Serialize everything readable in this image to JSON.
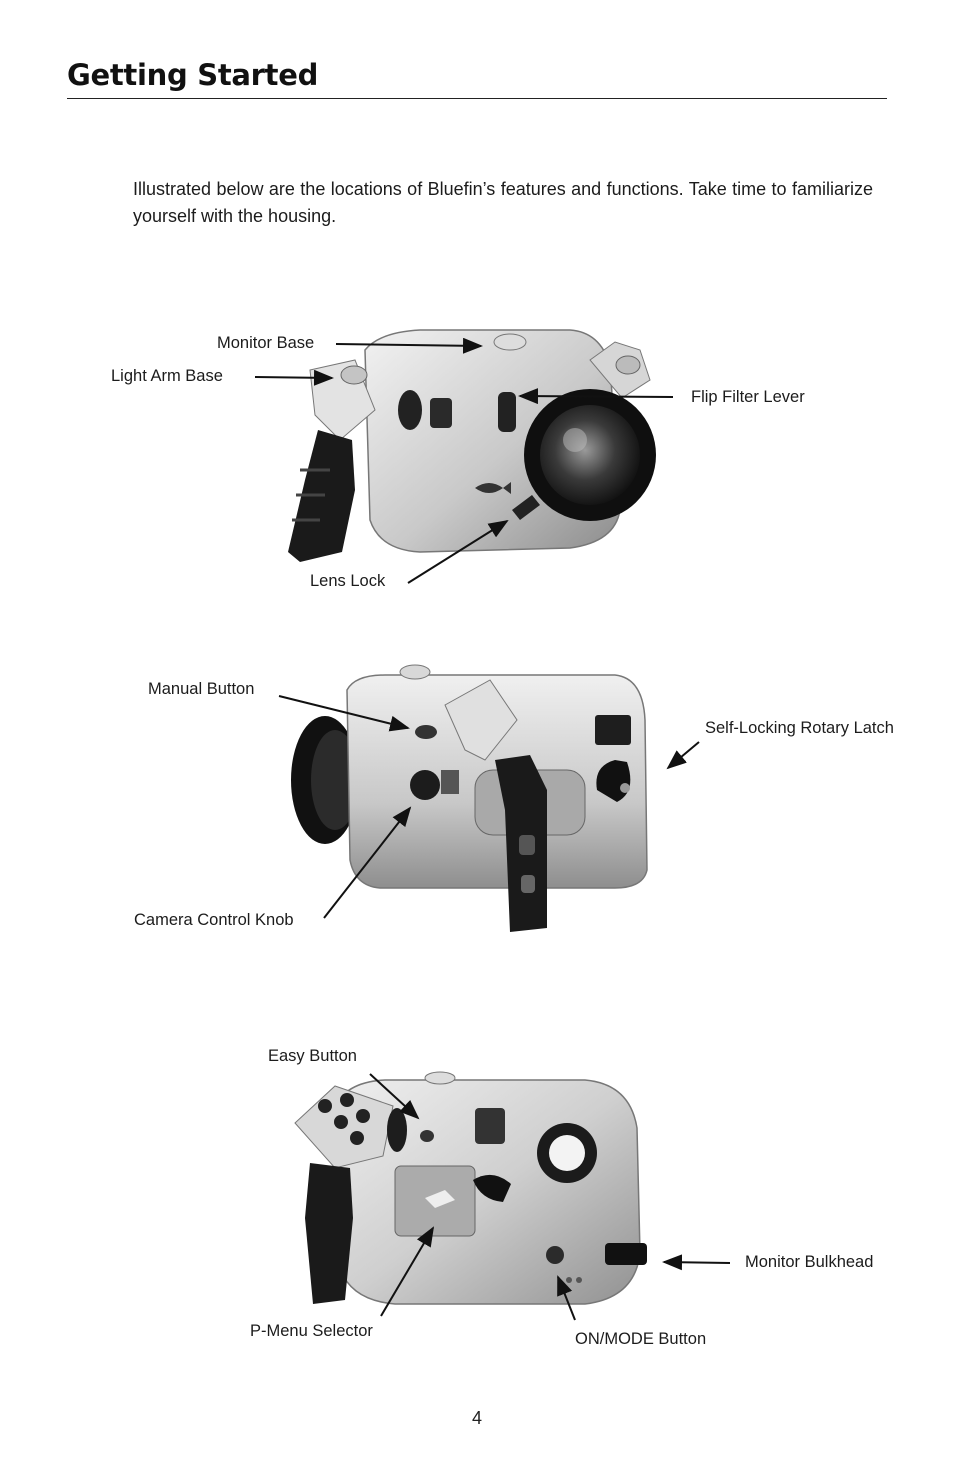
{
  "page": {
    "title": "Getting Started",
    "intro": "Illustrated below are the locations of Bluefin’s features and functions. Take time to familiarize yourself with the housing.",
    "page_number": "4"
  },
  "figure1": {
    "labels": {
      "monitor_base": "Monitor Base",
      "light_arm_base": "Light Arm Base",
      "flip_filter_lever": "Flip Filter Lever",
      "lens_lock": "Lens Lock"
    }
  },
  "figure2": {
    "labels": {
      "manual_button": "Manual Button",
      "self_locking_rotary_latch": "Self-Locking Rotary Latch",
      "camera_control_knob": "Camera Control Knob"
    }
  },
  "figure3": {
    "labels": {
      "easy_button": "Easy Button",
      "monitor_bulkhead": "Monitor Bulkhead",
      "p_menu_selector": "P-Menu Selector",
      "on_mode_button": "ON/MODE Button"
    }
  }
}
